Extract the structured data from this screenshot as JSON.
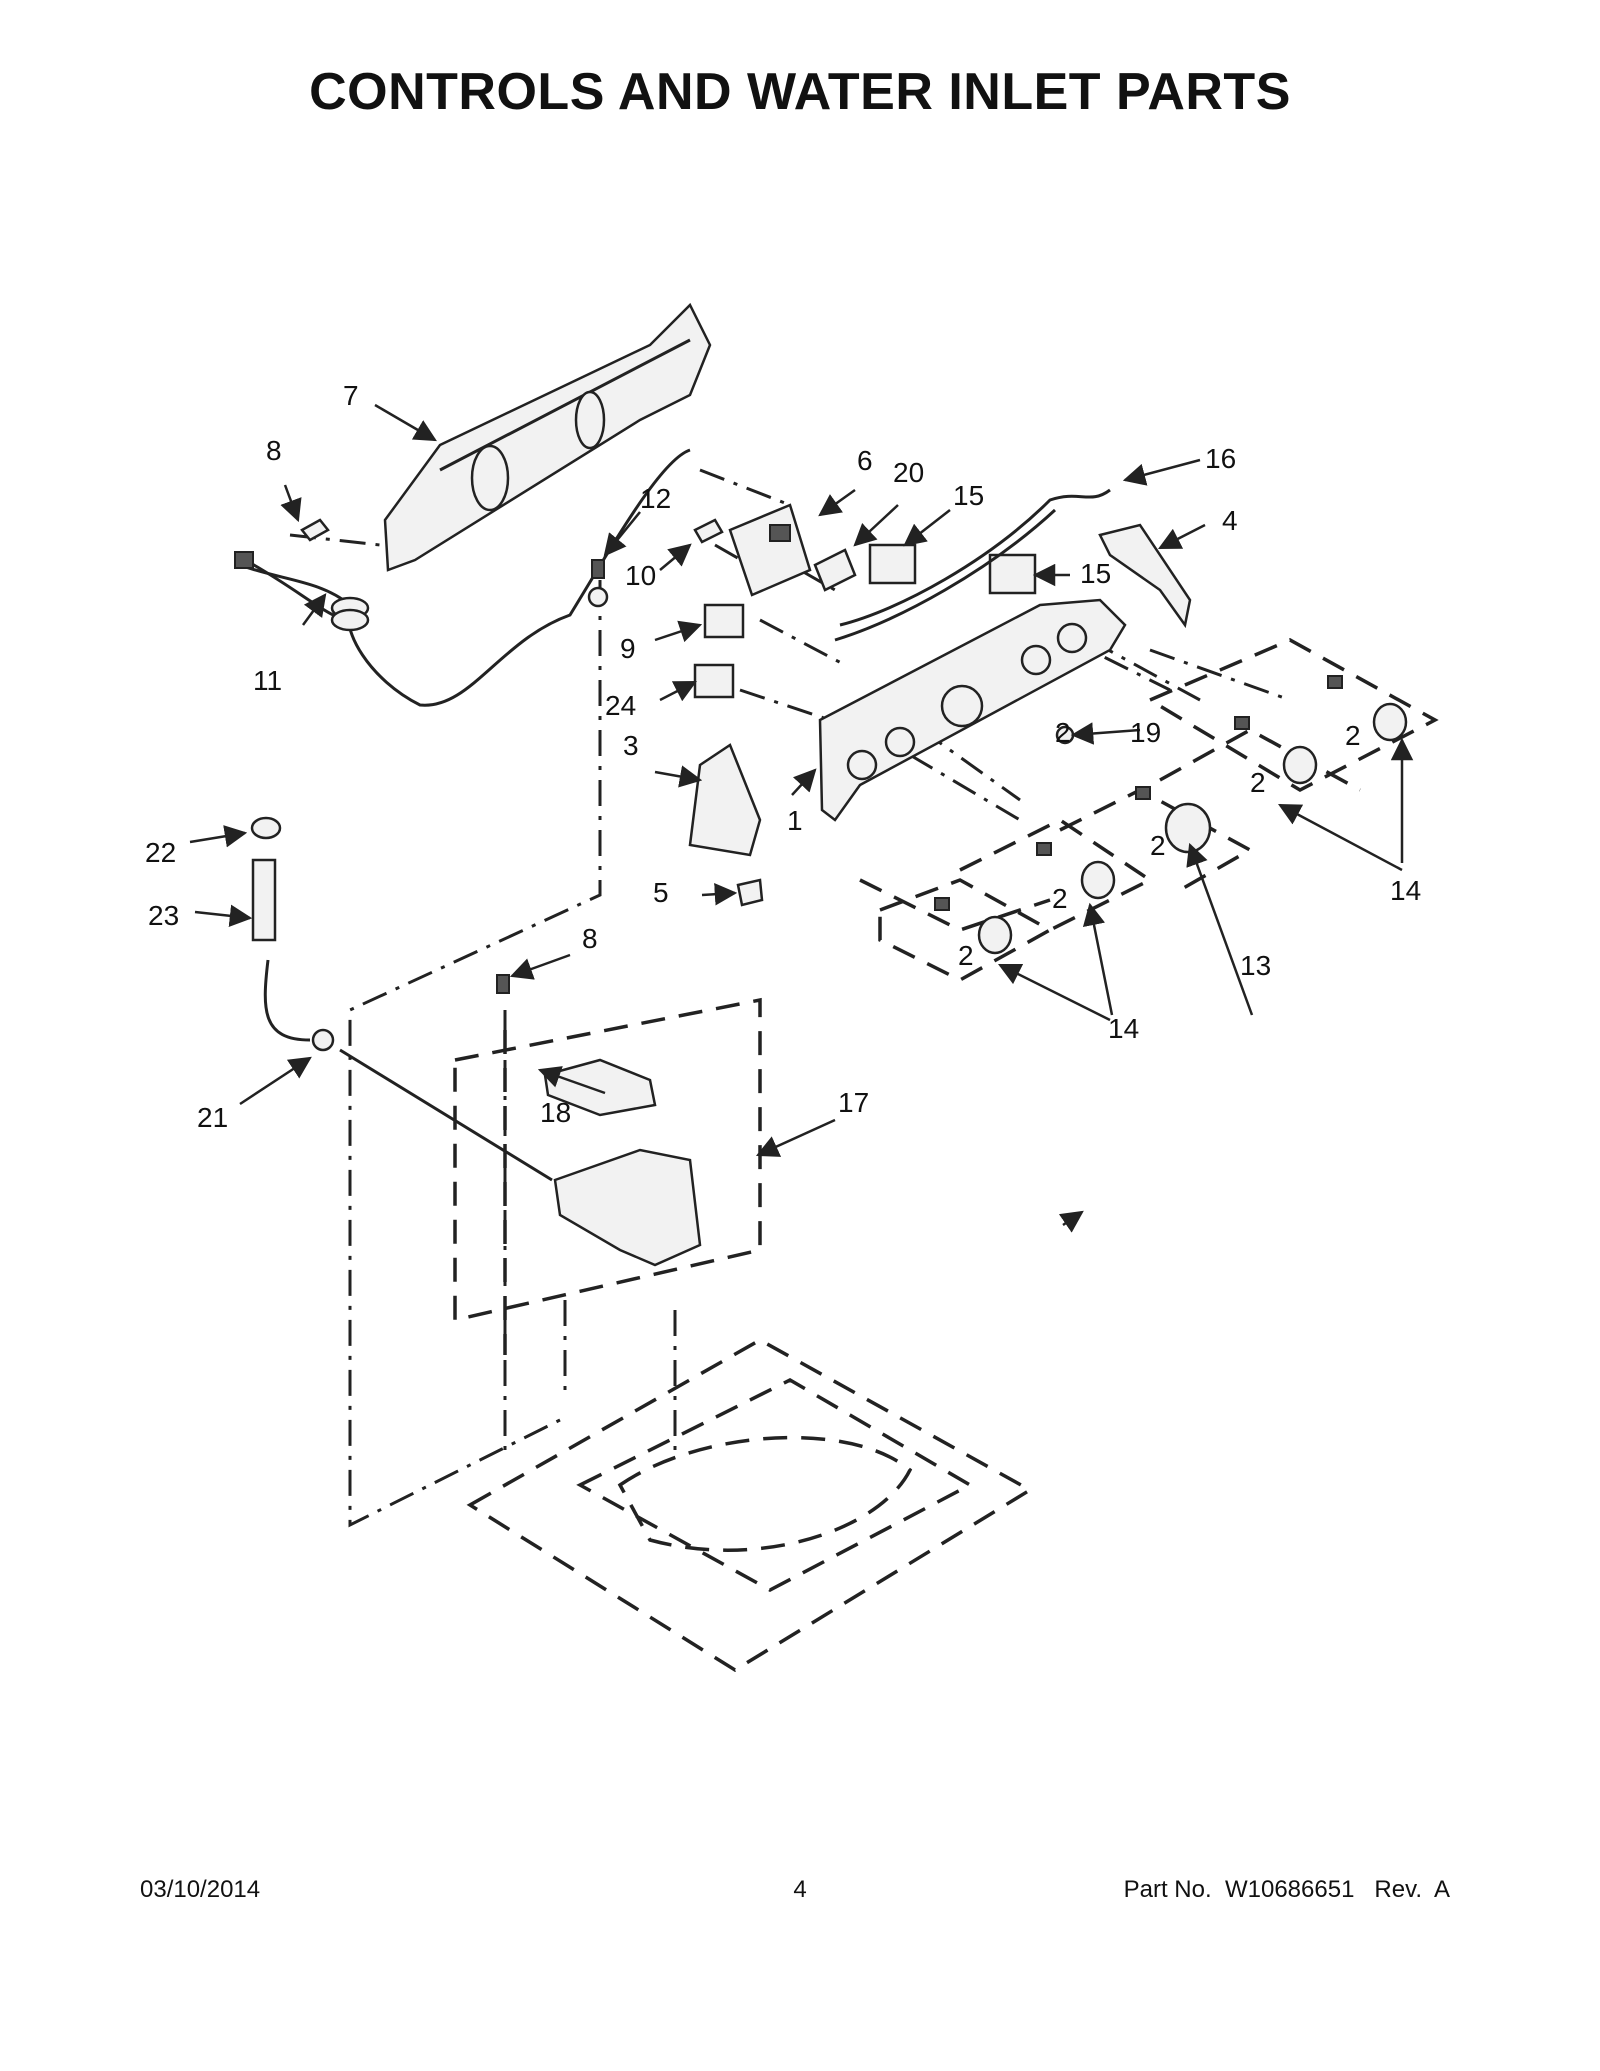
{
  "title": "CONTROLS AND WATER INLET PARTS",
  "footer": {
    "date": "03/10/2014",
    "page": "4",
    "part_no": "Part No.  W10686651   Rev.  A"
  },
  "callouts": [
    "1",
    "2",
    "3",
    "4",
    "5",
    "6",
    "7",
    "8",
    "9",
    "10",
    "11",
    "12",
    "13",
    "14",
    "15",
    "16",
    "17",
    "18",
    "19",
    "20",
    "21",
    "22",
    "23",
    "24"
  ]
}
